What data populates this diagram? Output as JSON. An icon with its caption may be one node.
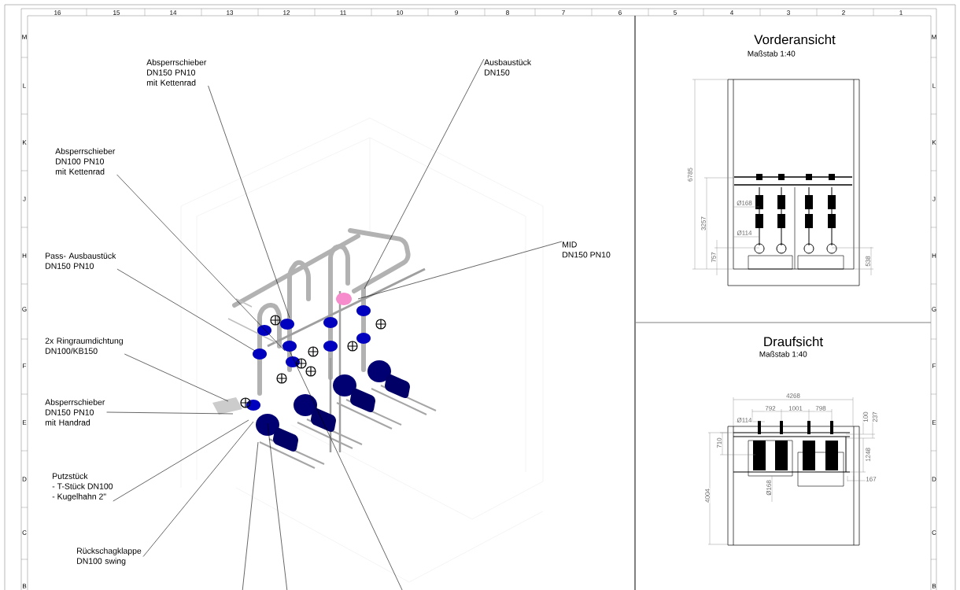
{
  "diagram": {
    "nodes": [
      {
        "text": [
          "Absperrschieber DN150 PN10 mit Kettenrad"
        ]
      },
      {
        "text": [
          "Ausbaustück DN150"
        ]
      },
      {
        "text": [
          "Absperrschieber DN100 PN10 mit Kettenrad"
        ]
      },
      {
        "text": [
          "Pass- Ausbaustück DN150 PN10"
        ]
      },
      {
        "text": [
          "MID",
          "DN150 PN10"
        ]
      },
      {
        "text": [
          "2x Ringraumdichtung DN100/KB150"
        ]
      },
      {
        "text": [
          "Absperrschieber DN150 PN10 mit Handrad"
        ]
      },
      {
        "text": [
          "Putzstück",
          "- T-Stück DN100",
          "- Kugelhahn 2\""
        ]
      },
      {
        "text": [
          "Rückschagklappe DN100 swing"
        ]
      }
    ],
    "edges": [
      {
        "from": 0,
        "to": null,
        "arrow": "none"
      },
      {
        "from": 1,
        "to": null,
        "arrow": "none"
      },
      {
        "from": 2,
        "to": null,
        "arrow": "none"
      },
      {
        "from": 3,
        "to": null,
        "arrow": "none"
      },
      {
        "from": 4,
        "to": null,
        "arrow": "none"
      },
      {
        "from": 5,
        "to": null,
        "arrow": "none"
      },
      {
        "from": 6,
        "to": null,
        "arrow": "none"
      },
      {
        "from": 7,
        "to": null,
        "arrow": "none"
      },
      {
        "from": 8,
        "to": null,
        "arrow": "none"
      }
    ],
    "labels": [
      "16",
      "15",
      "14",
      "13",
      "12",
      "11",
      "10",
      "9",
      "8",
      "7",
      "6",
      "5",
      "4",
      "3",
      "2",
      "1",
      "M",
      "L",
      "K",
      "J",
      "H",
      "G",
      "F",
      "E",
      "D",
      "C",
      "B",
      "M",
      "L",
      "K",
      "J",
      "H",
      "G",
      "F",
      "E",
      "D",
      "C",
      "B",
      "Vorderansicht",
      "Maßstab 1:40",
      "6785",
      "Ø168",
      "3257",
      "Ø114",
      "757",
      "538",
      "Draufsicht",
      "Maßstab 1:40",
      "4268",
      "792",
      "1001",
      "798",
      "Ø114",
      "100",
      "237",
      "710",
      "1248",
      "167",
      "4004",
      "Ø168"
    ]
  }
}
